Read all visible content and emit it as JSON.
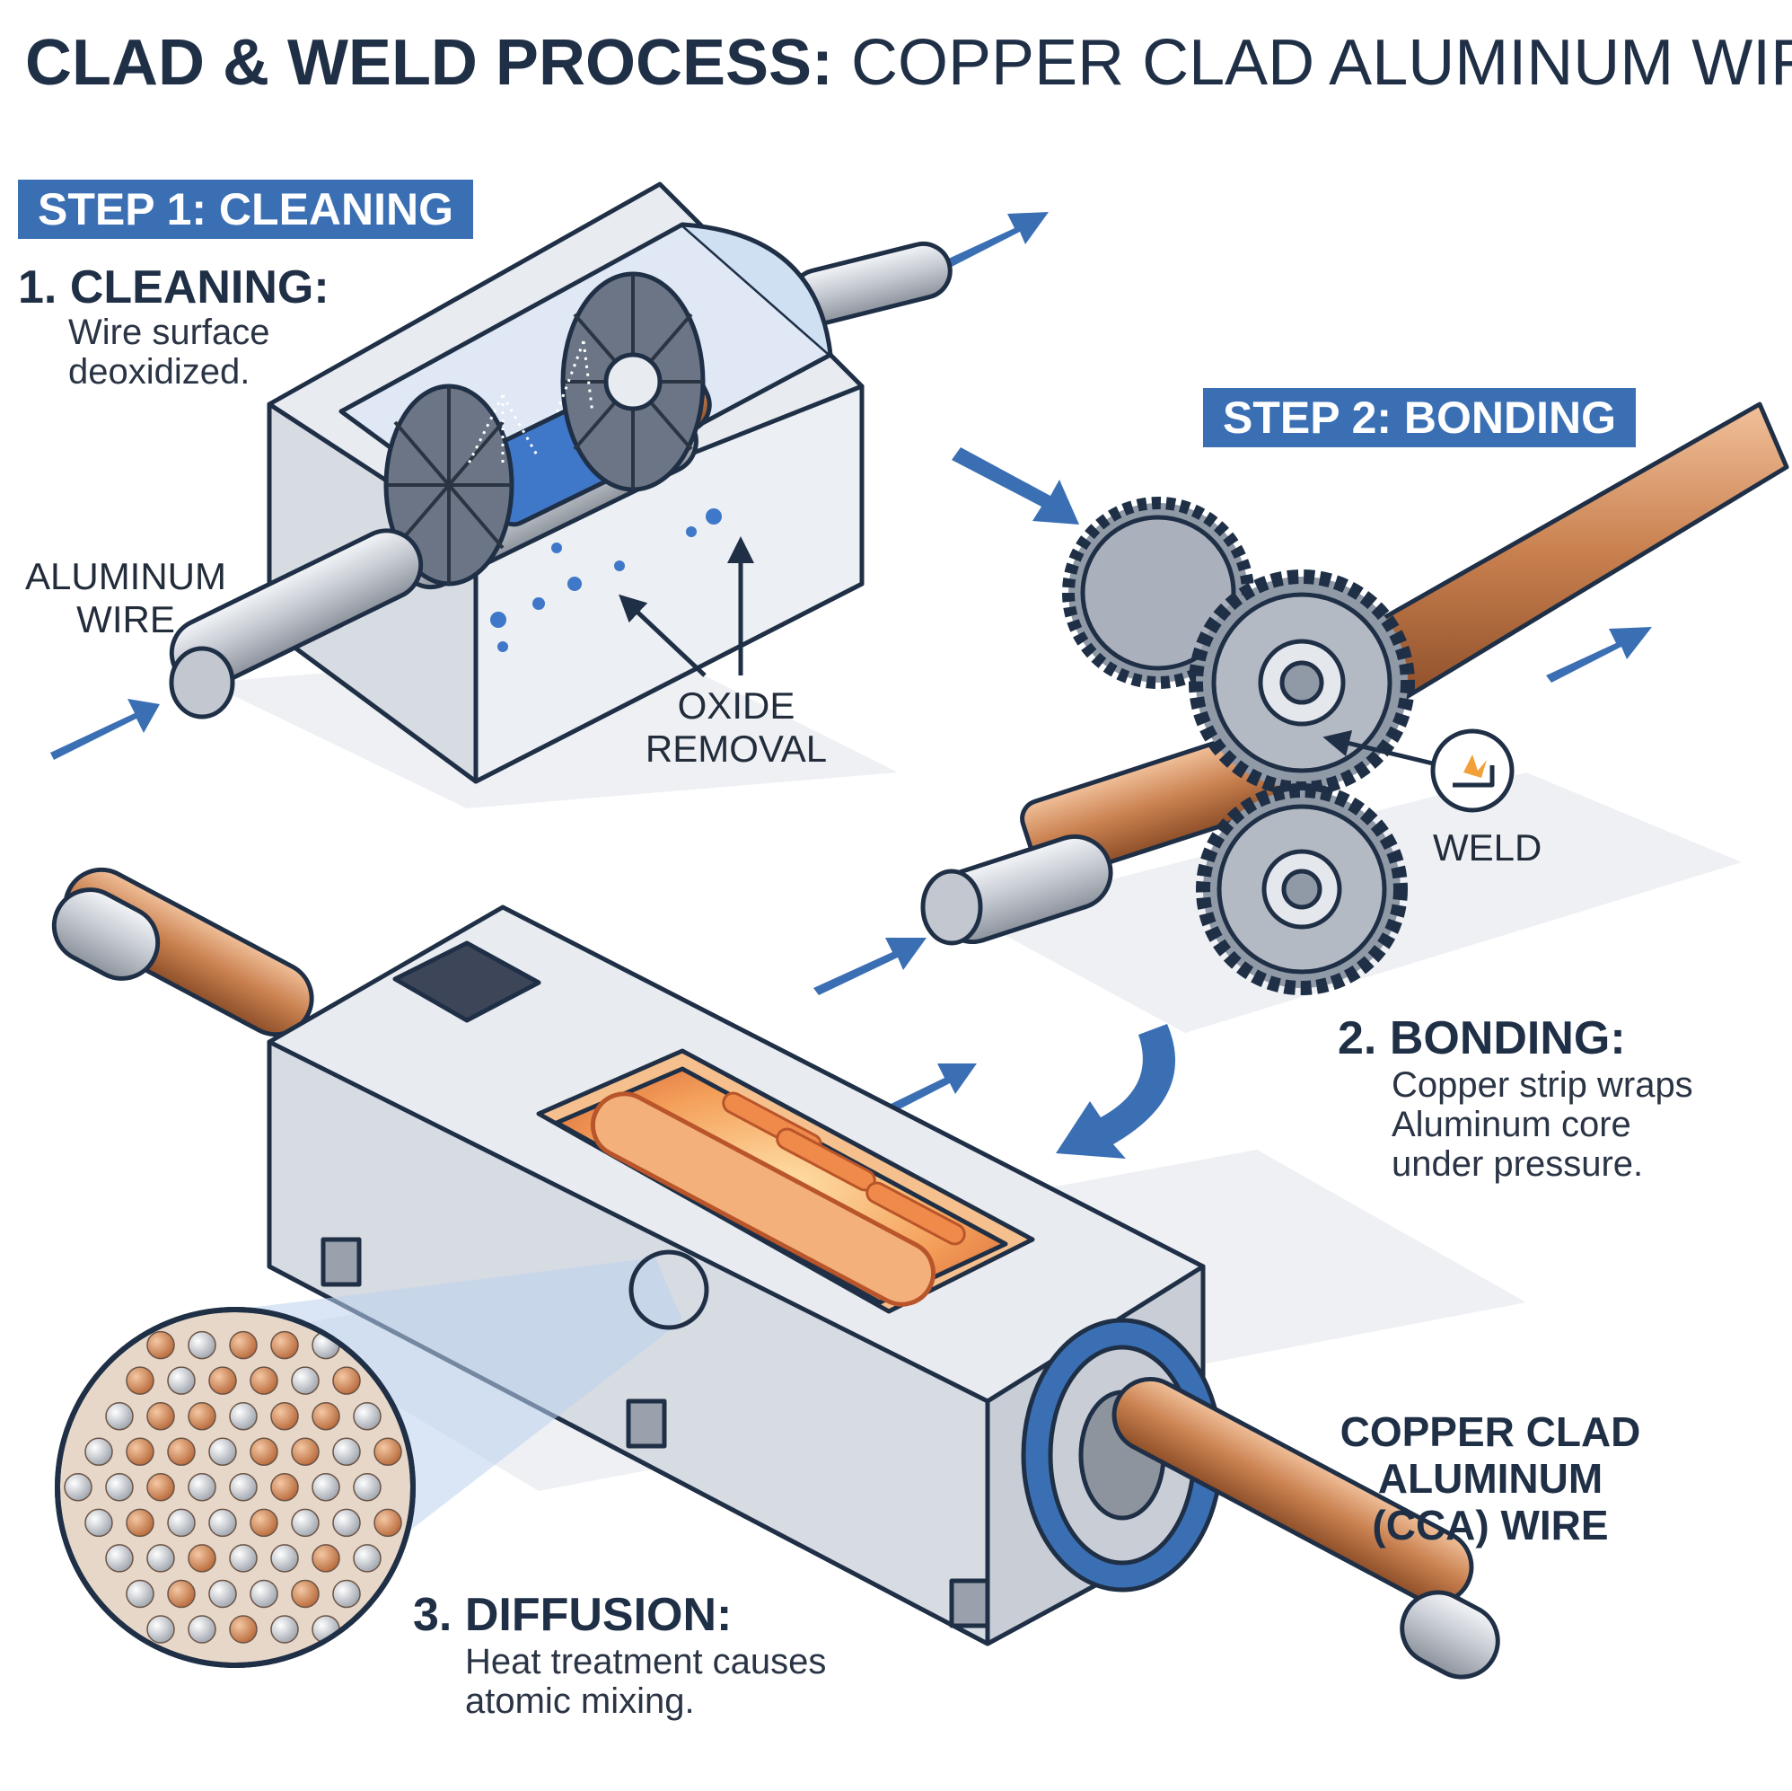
{
  "title": {
    "bold": "CLAD & WELD PROCESS:",
    "light": "COPPER CLAD ALUMINUM WIRE"
  },
  "step1": {
    "badge": "STEP 1: CLEANING",
    "heading": "1. CLEANING:",
    "desc": [
      "Wire surface",
      "deoxidized."
    ],
    "input_label": [
      "ALUMINUM",
      "WIRE"
    ],
    "oxide_label": [
      "OXIDE",
      "REMOVAL"
    ]
  },
  "step2": {
    "badge": "STEP 2: BONDING",
    "heading": "2. BONDING:",
    "desc": [
      "Copper strip wraps",
      "Aluminum core",
      "under pressure."
    ],
    "weld_label": "WELD"
  },
  "step3": {
    "heading": "3. DIFFUSION:",
    "desc": [
      "Heat treatment causes",
      "atomic mixing."
    ]
  },
  "output": {
    "label": [
      "COPPER CLAD",
      "ALUMINUM",
      "(CCA) WIRE"
    ]
  },
  "colors": {
    "accent": "#3a6fb4",
    "outline": "#1f2f46",
    "copper": "#c9804f",
    "aluminum": "#c3c8d0",
    "machine": "#e8ebf0",
    "heat": "#f4a05a",
    "oxide": "#3f78c9"
  }
}
